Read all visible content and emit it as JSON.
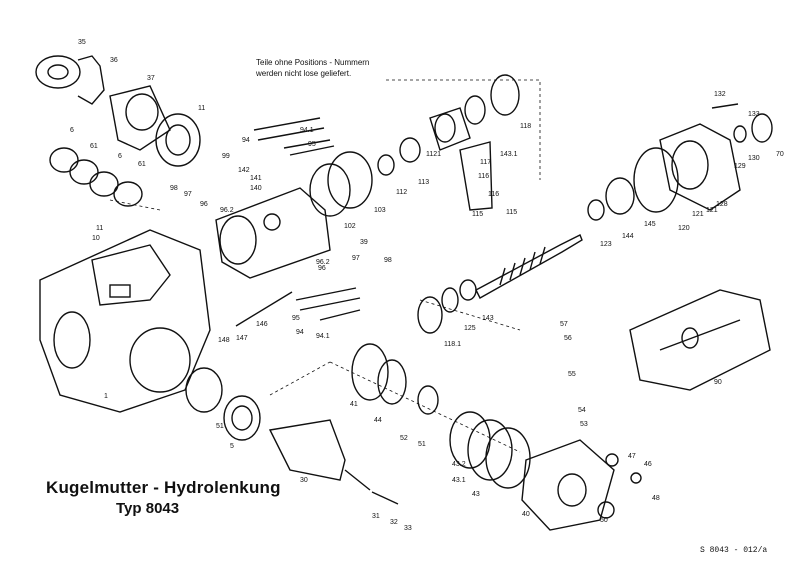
{
  "title": "Kugelmutter - Hydrolenkung",
  "subtitle": "Typ 8043",
  "note_line1": "Teile ohne Positions - Nummern",
  "note_line2": "werden nicht lose geliefert.",
  "doc_number": "S 8043 - 012/a",
  "part_labels": [
    "35",
    "36",
    "37",
    "11",
    "6",
    "61",
    "6",
    "61",
    "99",
    "97",
    "98",
    "96",
    "142",
    "141",
    "140",
    "96.2",
    "94",
    "94.1",
    "95",
    "102",
    "103",
    "112",
    "113",
    "1121",
    "116",
    "117",
    "118",
    "143.1",
    "116",
    "115",
    "115",
    "10",
    "11",
    "39",
    "96.2",
    "96",
    "97",
    "98",
    "95",
    "94",
    "94.1",
    "146",
    "147",
    "148",
    "1",
    "51",
    "5",
    "41",
    "44",
    "52",
    "51",
    "43.2",
    "43.1",
    "43",
    "30",
    "31",
    "32",
    "33",
    "118.1",
    "125",
    "143",
    "57",
    "56",
    "55",
    "54",
    "53",
    "47",
    "46",
    "48",
    "50",
    "40",
    "132",
    "133",
    "130",
    "129",
    "70",
    "120",
    "121",
    "121",
    "128",
    "145",
    "144",
    "123",
    "90"
  ]
}
